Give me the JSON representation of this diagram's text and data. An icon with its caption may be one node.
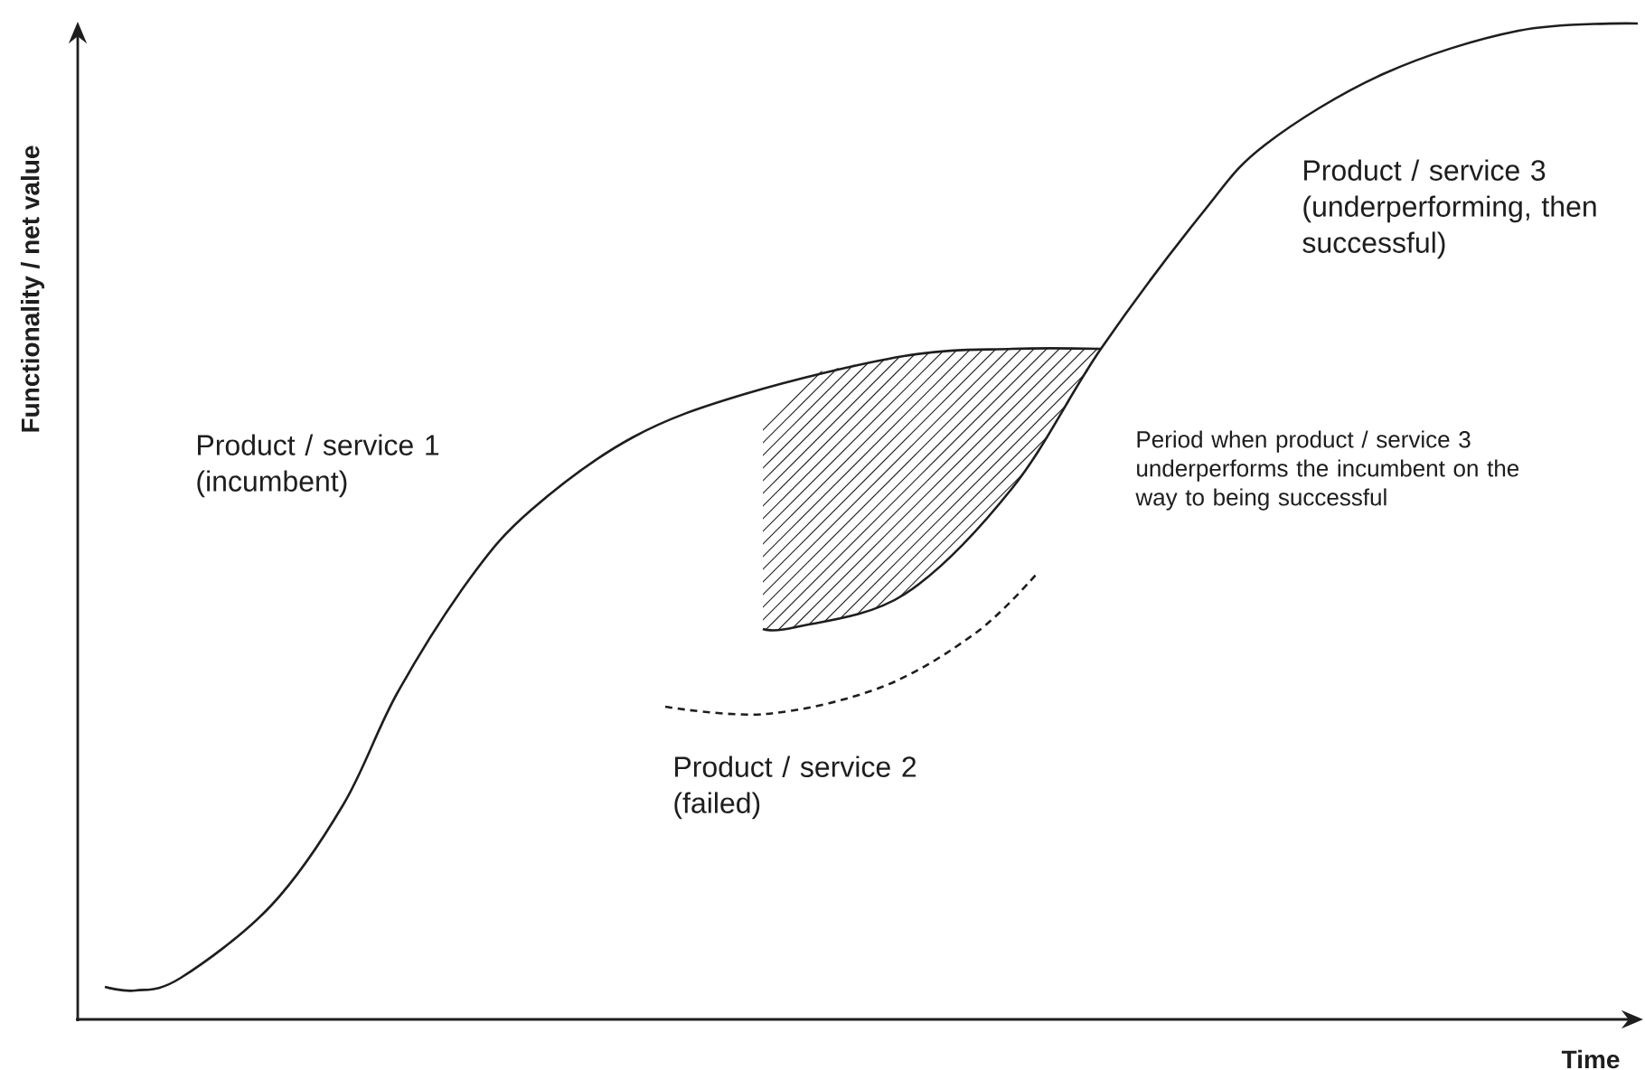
{
  "diagram": {
    "labels": [
      "Product / service 3 (underperforming, then successful)",
      "Product / service 1 (incumbent)",
      "Period when product / service 3 underperforms the incumbent on the way to being successful",
      "Product / service 2 (failed)",
      "Functionality / net value",
      "Time"
    ]
  }
}
